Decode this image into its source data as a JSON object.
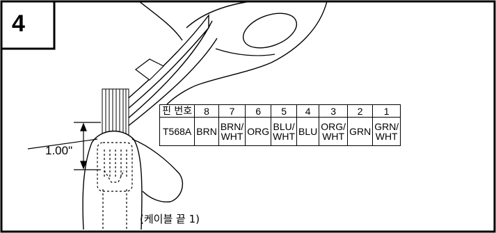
{
  "step_number": "4",
  "measurement_label": "1.00\"",
  "cable_end_label": "(케이블 끝 1)",
  "pin_table": {
    "header_label": "핀 번호",
    "standard_label": "T568A",
    "pins": [
      "8",
      "7",
      "6",
      "5",
      "4",
      "3",
      "2",
      "1"
    ],
    "colors": [
      [
        "BRN"
      ],
      [
        "BRN/",
        "WHT"
      ],
      [
        "ORG"
      ],
      [
        "BLU/",
        "WHT"
      ],
      [
        "BLU"
      ],
      [
        "ORG/",
        "WHT"
      ],
      [
        "GRN"
      ],
      [
        "GRN/",
        "WHT"
      ]
    ]
  }
}
